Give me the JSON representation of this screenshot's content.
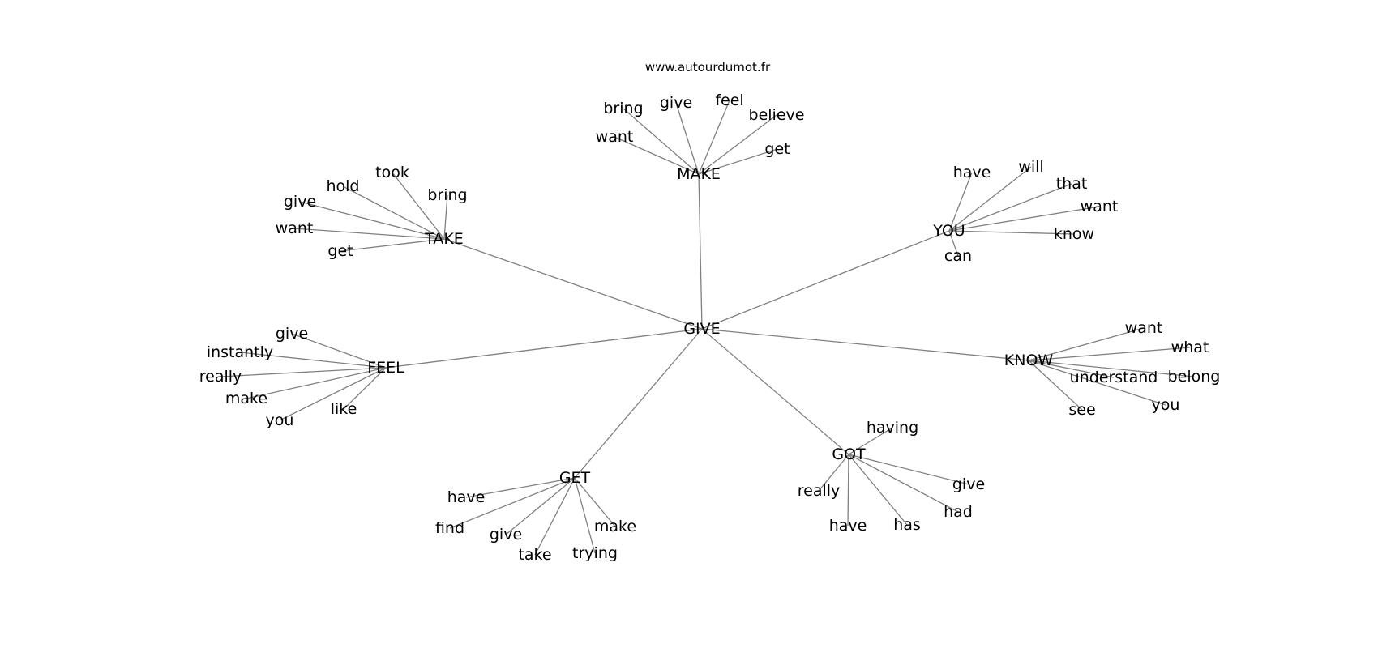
{
  "site": "www.autourdumot.fr",
  "center": "GIVE",
  "clusters": [
    {
      "word": "MAKE",
      "children": [
        "bring",
        "give",
        "feel",
        "believe",
        "want",
        "get"
      ]
    },
    {
      "word": "TAKE",
      "children": [
        "took",
        "hold",
        "bring",
        "give",
        "want",
        "get"
      ]
    },
    {
      "word": "YOU",
      "children": [
        "have",
        "will",
        "that",
        "want",
        "know",
        "can"
      ]
    },
    {
      "word": "FEEL",
      "children": [
        "give",
        "instantly",
        "really",
        "make",
        "you",
        "like"
      ]
    },
    {
      "word": "KNOW",
      "children": [
        "want",
        "what",
        "belong",
        "understand",
        "see",
        "you"
      ]
    },
    {
      "word": "GET",
      "children": [
        "have",
        "find",
        "give",
        "take",
        "trying",
        "make"
      ]
    },
    {
      "word": "GOT",
      "children": [
        "having",
        "really",
        "have",
        "has",
        "had",
        "give"
      ]
    }
  ]
}
